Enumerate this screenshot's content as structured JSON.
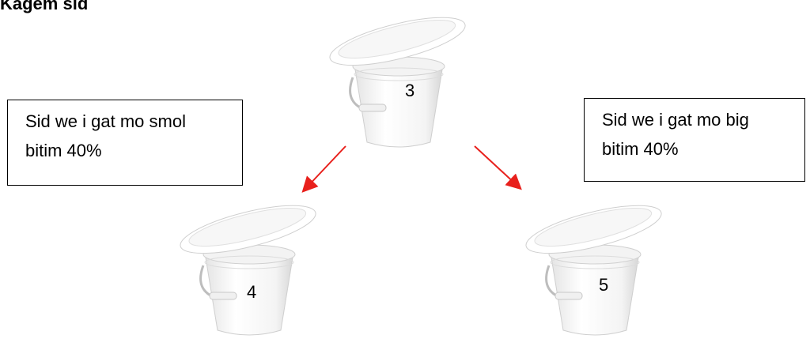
{
  "title": "Kagem sid",
  "buckets": {
    "top": {
      "label": "3"
    },
    "left": {
      "label": "4"
    },
    "right": {
      "label": "5"
    }
  },
  "boxes": {
    "left": {
      "line1": "Sid we i gat mo smol",
      "line2": "bitim 40%"
    },
    "right": {
      "line1": "Sid we i gat mo big",
      "line2": "bitim 40%"
    }
  },
  "colors": {
    "arrow": "#e8201c",
    "bucket": "#ffffff",
    "outline": "#c9c9c9"
  },
  "icons": [
    "bucket-icon",
    "arrow-icon"
  ]
}
